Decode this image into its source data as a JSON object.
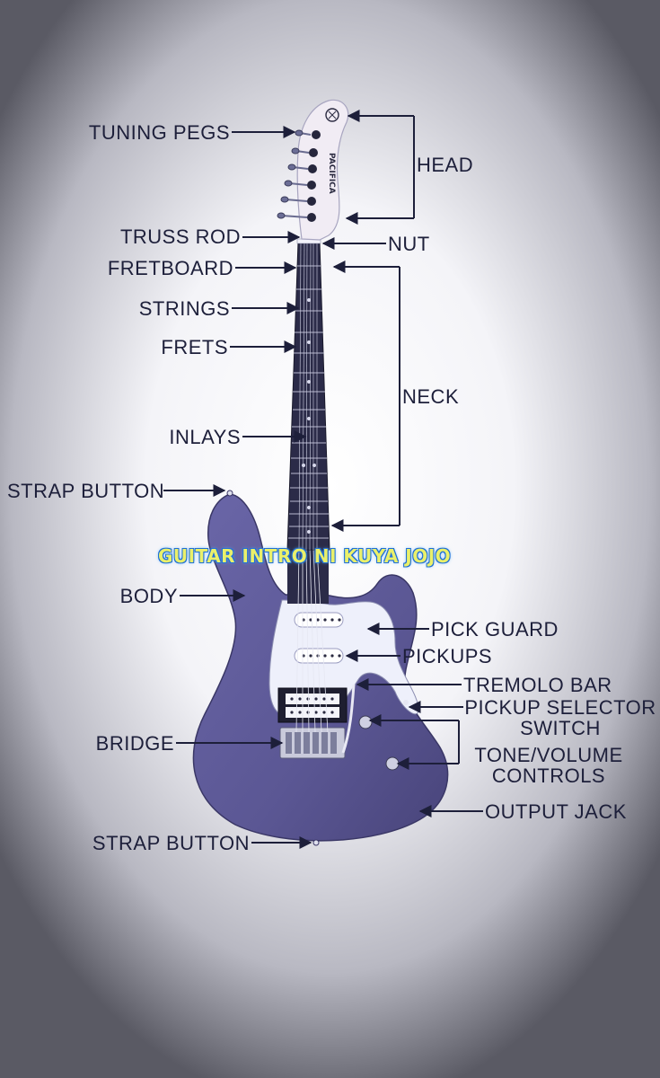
{
  "labels": {
    "tuning_pegs": "TUNING PEGS",
    "head": "HEAD",
    "truss_rod": "TRUSS ROD",
    "nut": "NUT",
    "fretboard": "FRETBOARD",
    "strings": "STRINGS",
    "frets": "FRETS",
    "neck": "NECK",
    "inlays": "INLAYS",
    "strap_button_top": "STRAP BUTTON",
    "body": "BODY",
    "pick_guard": "PICK GUARD",
    "pickups": "PICKUPS",
    "tremolo_bar": "TREMOLO BAR",
    "pickup_selector_line1": "PICKUP SELECTOR",
    "pickup_selector_line2": "SWITCH",
    "bridge": "BRIDGE",
    "tone_volume_line1": "TONE/VOLUME",
    "tone_volume_line2": "CONTROLS",
    "output_jack": "OUTPUT JACK",
    "strap_button_bottom": "STRAP BUTTON"
  },
  "watermark": "GUITAR INTRO NI KUYA JOJO",
  "headstock_brand": "PACIFICA",
  "colors": {
    "label_text": "#1d1f3a",
    "body": "#5f5b9a",
    "fretboard": "#2b2b48",
    "pickguard": "#eef0fb",
    "headstock": "#f1ecf4",
    "watermark_fill": "#eaf06a",
    "watermark_outline": "#1f6fd6"
  }
}
